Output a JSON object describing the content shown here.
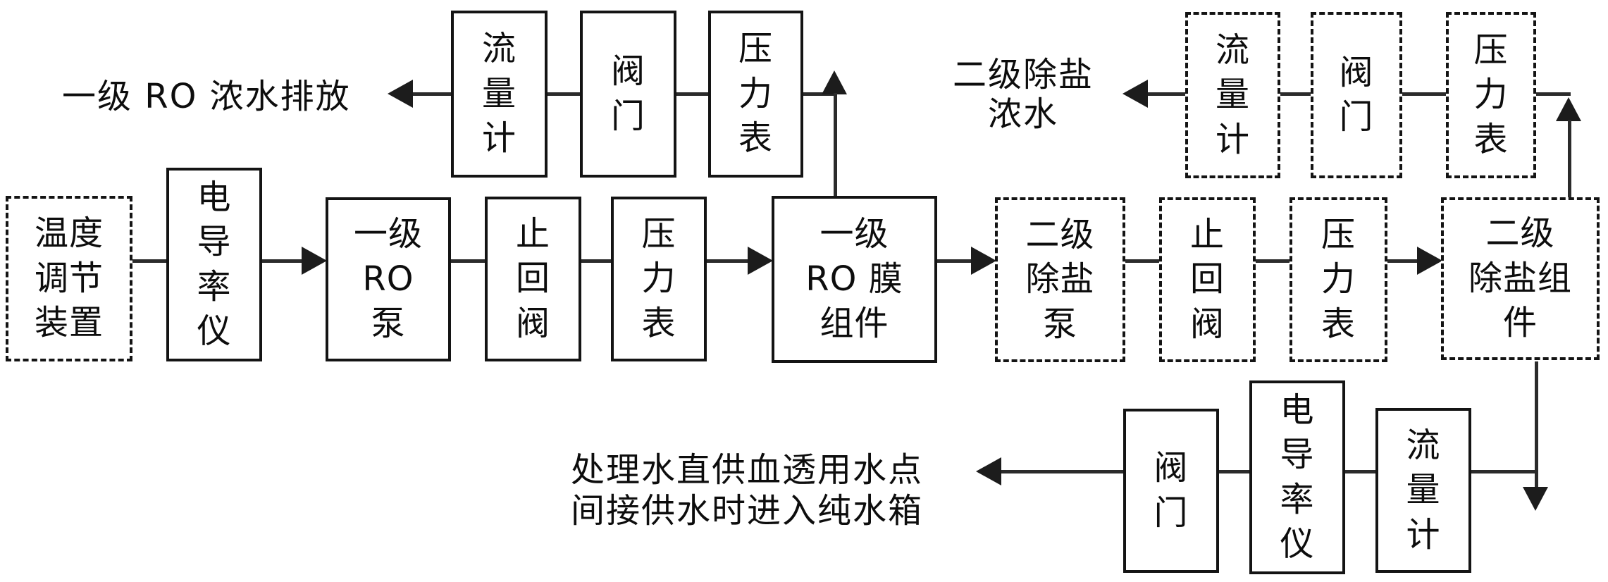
{
  "colors": {
    "background": "#ffffff",
    "box_border": "#141414",
    "line": "#2b2b2b",
    "text": "#0d0d0d"
  },
  "labels": {
    "stage1_discharge": "一级 RO 浓水排放",
    "stage2_discharge": "二级除盐\n浓水",
    "treated_water_outlet": "处理水直供血透用水点\n间接供水时进入纯水箱"
  },
  "boxes": {
    "stage1_discharge_flowmeter": "流\n量\n计",
    "stage1_discharge_valve": "阀\n门",
    "stage1_discharge_pressure_gauge": "压\n力\n表",
    "temperature_control": "温度\n调节\n装置",
    "inlet_conductivity_meter": "电\n导\n率\n仪",
    "stage1_ro_pump": "一级\nRO\n泵",
    "check_valve_1": "止\n回\n阀",
    "pressure_gauge_1": "压\n力\n表",
    "stage1_ro_membrane": "一级\nRO 膜\n组件",
    "stage2_desalt_pump": "二级\n除盐\n泵",
    "check_valve_2": "止\n回\n阀",
    "pressure_gauge_2": "压\n力\n表",
    "stage2_desalt_module": "二级\n除盐组\n件",
    "stage2_discharge_flowmeter": "流\n量\n计",
    "stage2_discharge_valve": "阀\n门",
    "stage2_discharge_pressure_gauge": "压\n力\n表",
    "outlet_valve": "阀\n门",
    "outlet_conductivity_meter": "电\n导\n率\n仪",
    "outlet_flowmeter": "流\n量\n计"
  }
}
